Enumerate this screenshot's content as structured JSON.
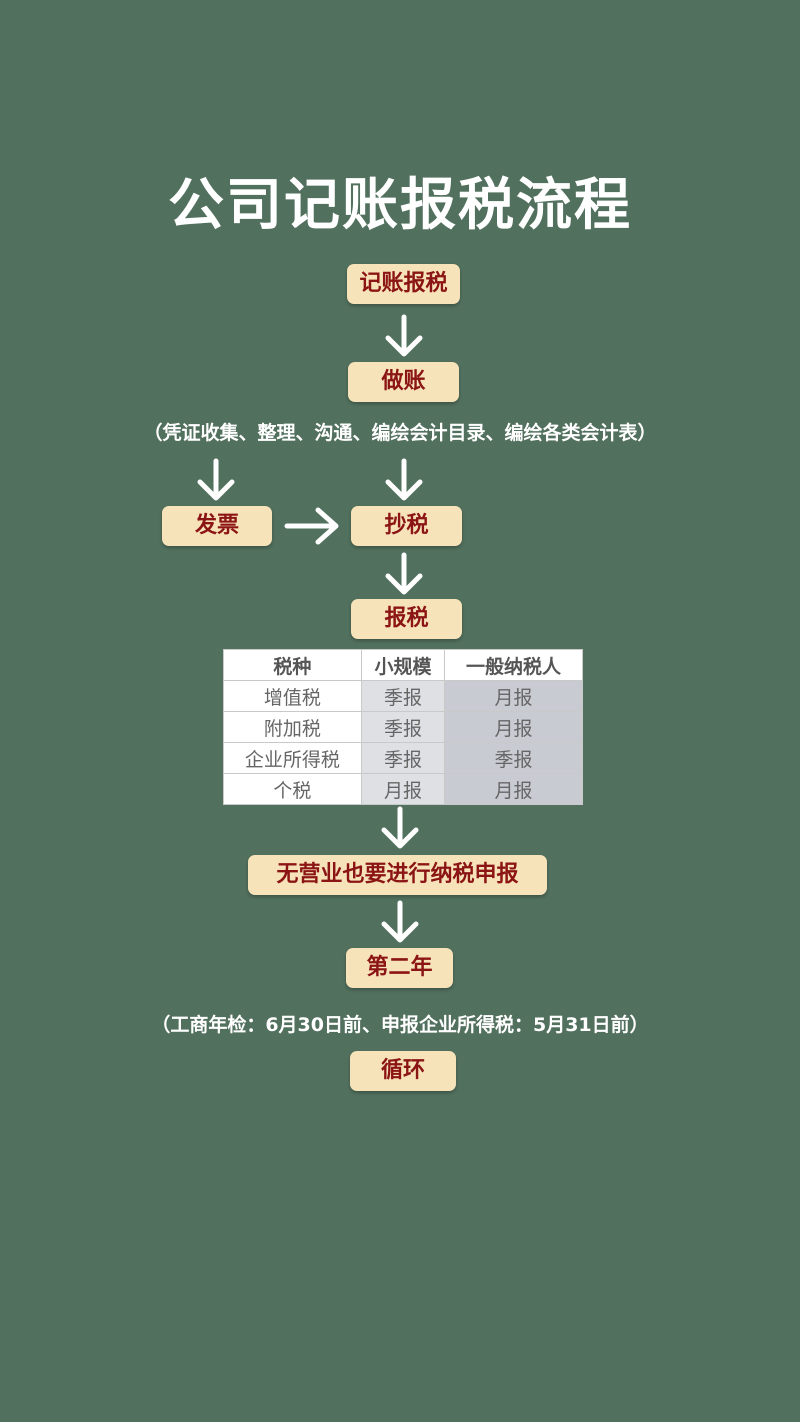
{
  "title": "公司记账报税流程",
  "nodes": {
    "bookkeeping_tax": "记账报税",
    "bookkeeping": "做账",
    "bookkeeping_note": "（凭证收集、整理、沟通、编绘会计目录、编绘各类会计表）",
    "invoice": "发票",
    "tax_copy": "抄税",
    "tax_filing": "报税",
    "zero_filing": "无营业也要进行纳税申报",
    "second_year": "第二年",
    "second_year_note": "（工商年检：6月30日前、申报企业所得税：5月31日前）",
    "cycle": "循环"
  },
  "table": {
    "headers": [
      "税种",
      "小规模",
      "一般纳税人"
    ],
    "rows": [
      [
        "增值税",
        "季报",
        "月报"
      ],
      [
        "附加税",
        "季报",
        "月报"
      ],
      [
        "企业所得税",
        "季报",
        "季报"
      ],
      [
        "个税",
        "月报",
        "月报"
      ]
    ]
  },
  "colors": {
    "background": "#52705e",
    "box_fill": "#f7e3b9",
    "box_text": "#8b1414",
    "arrow": "#ffffff"
  }
}
